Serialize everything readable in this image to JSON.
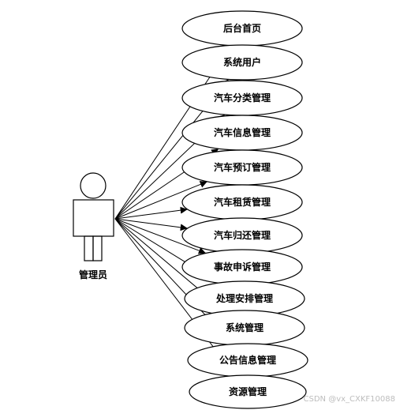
{
  "actor": {
    "label": "管理员"
  },
  "use_cases": [
    {
      "label": "后台首页"
    },
    {
      "label": "系统用户"
    },
    {
      "label": "汽车分类管理"
    },
    {
      "label": "汽车信息管理"
    },
    {
      "label": "汽车预订管理"
    },
    {
      "label": "汽车租赁管理"
    },
    {
      "label": "汽车归还管理"
    },
    {
      "label": "事故申诉管理"
    },
    {
      "label": "处理安排管理"
    },
    {
      "label": "系统管理"
    },
    {
      "label": "公告信息管理"
    },
    {
      "label": "资源管理"
    }
  ],
  "watermark": "CSDN @vx_CXKF10088"
}
